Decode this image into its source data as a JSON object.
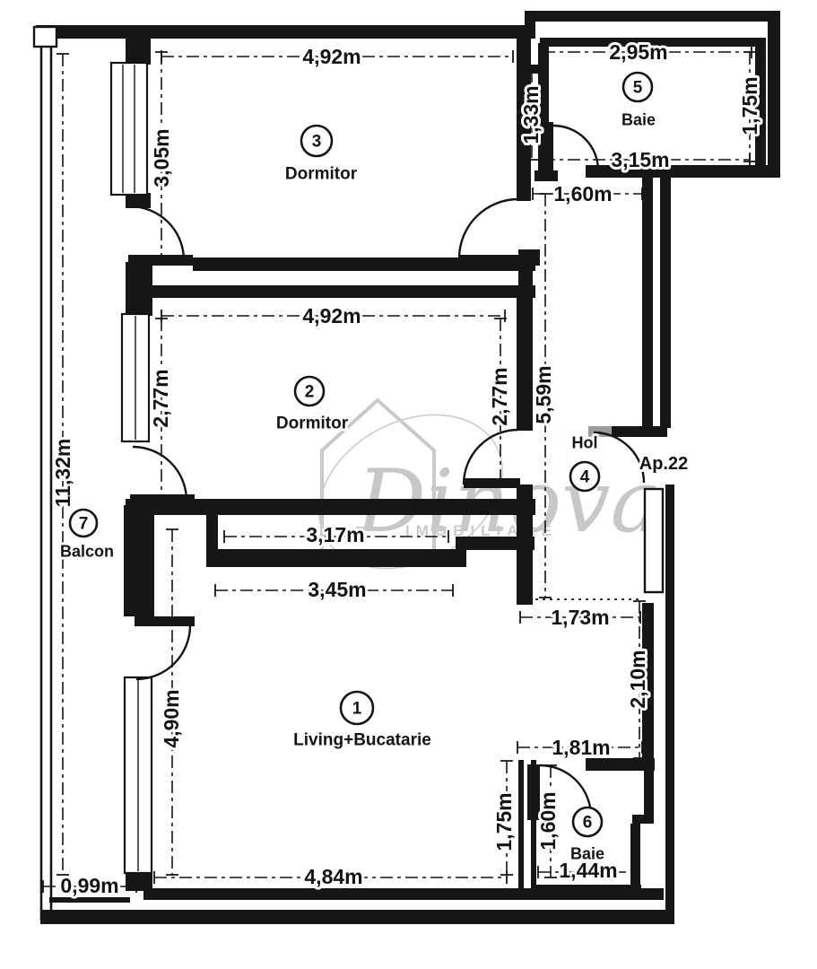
{
  "plan": {
    "apartment_label": "Ap.22",
    "watermark": {
      "brand": "Dinova",
      "subtitle": "IMOBILIARE"
    },
    "rooms": {
      "living": {
        "number": "1",
        "name": "Living+Bucatarie"
      },
      "dormitor2": {
        "number": "2",
        "name": "Dormitor"
      },
      "dormitor3": {
        "number": "3",
        "name": "Dormitor"
      },
      "hol": {
        "number": "4",
        "name": "Hol"
      },
      "baie5": {
        "number": "5",
        "name": "Baie"
      },
      "baie6": {
        "number": "6",
        "name": "Baie"
      },
      "balcon": {
        "number": "7",
        "name": "Balcon"
      }
    },
    "dims": {
      "dormitor3_width": "4,92m",
      "dormitor3_depth": "3,05m",
      "baie5_width": "2,95m",
      "baie5_depth": "1,75m",
      "baie5_bottom": "3,15m",
      "niche": "1,33m",
      "hol_top": "1,60m",
      "hol_length": "5,59m",
      "dormitor2_width": "4,92m",
      "dormitor2_depth_left": "2,77m",
      "dormitor2_depth_right": "2,77m",
      "recess_top": "3,17m",
      "recess_bottom": "3,45m",
      "passage": "1,73m",
      "living_right": "2,10m",
      "balcon_length": "11,32m",
      "living_depth": "4,90m",
      "baie6_top": "1,81m",
      "baie6_left": "1,75m",
      "baie6_door": "1,60m",
      "baie6_bottom": "1,44m",
      "living_width": "4,84m",
      "balcon_width": "0,99m"
    }
  }
}
